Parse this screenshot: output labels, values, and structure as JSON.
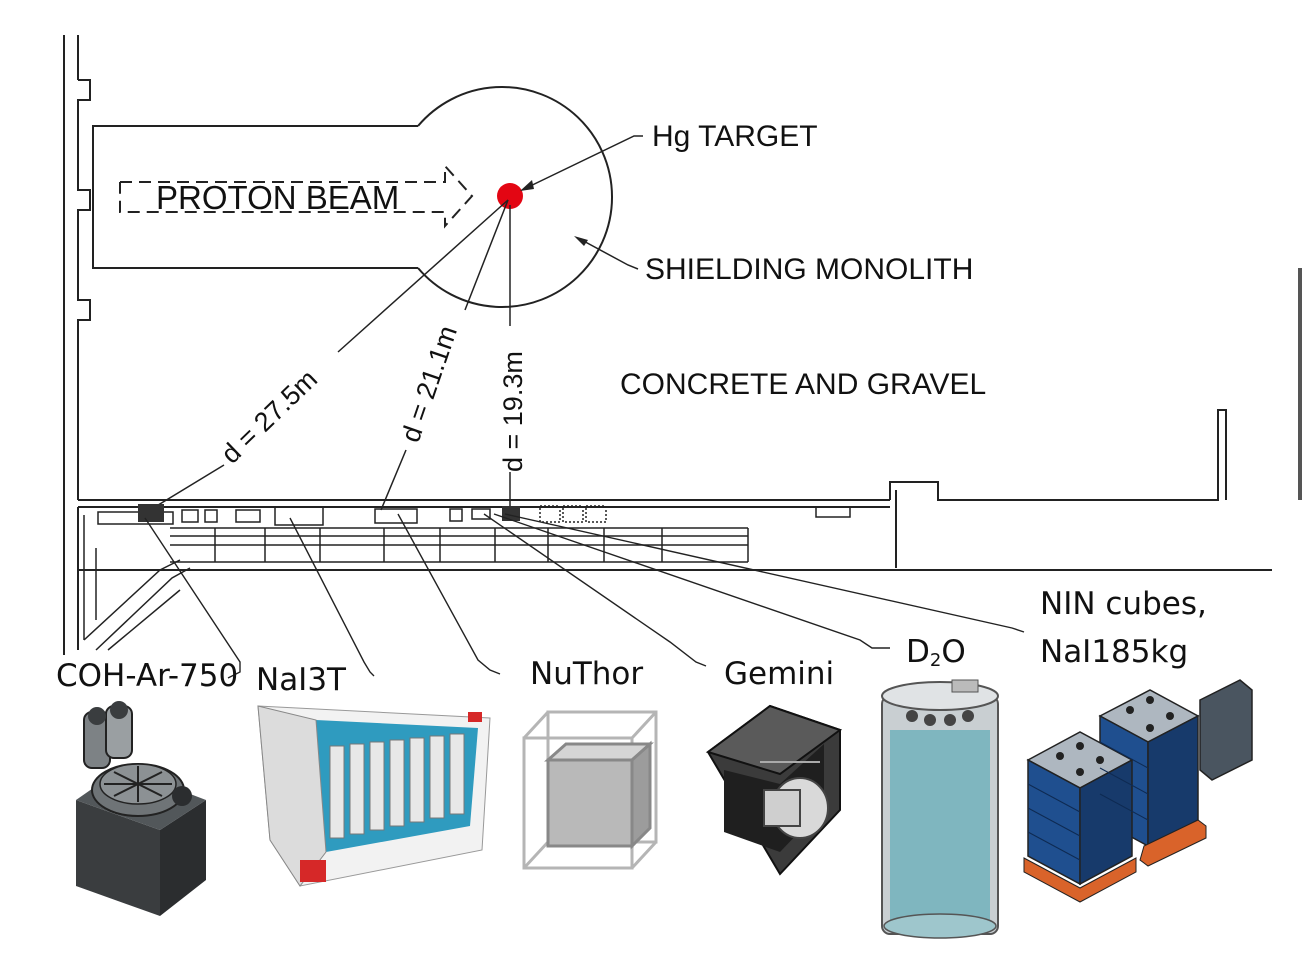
{
  "labels": {
    "proton_beam": "PROTON BEAM",
    "hg_target": "Hg TARGET",
    "shielding_monolith": "SHIELDING MONOLITH",
    "concrete_gravel": "CONCRETE AND GRAVEL"
  },
  "distances": {
    "d1": "d = 27.5m",
    "d2": "d = 21.1m",
    "d3": "d = 19.3m"
  },
  "detectors": {
    "coh_ar": "COH-Ar-750",
    "nai3t": "NaI3T",
    "nuthor": "NuThor",
    "gemini": "Gemini",
    "d2o_main": "D",
    "d2o_sub": "2",
    "d2o_end": "O",
    "nin_line1": "NIN cubes,",
    "nin_line2": "NaI185kg"
  },
  "colors": {
    "target": "#e30613",
    "d2o_tank": "#7fb6bf",
    "nai_panel": "#2f9bbf",
    "cube_blue": "#1f4f8f",
    "pallet": "#d9632a"
  }
}
